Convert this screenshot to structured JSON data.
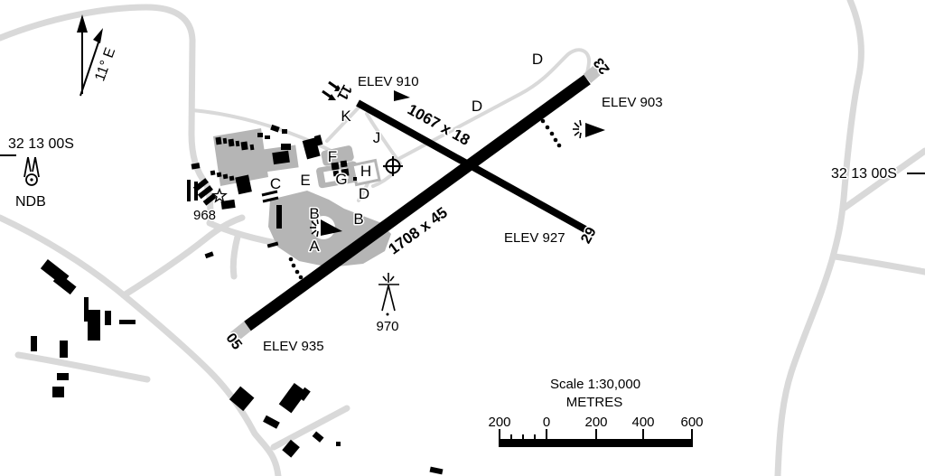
{
  "chart": {
    "north_arrow": {
      "variation": "11° E"
    },
    "graticule": {
      "lat_left": "32 13 00S",
      "lat_right": "32 13 00S"
    },
    "navaid": {
      "ndb_label": "NDB"
    },
    "spot_elevations": [
      {
        "value": "968"
      },
      {
        "value": "970"
      }
    ],
    "runways": [
      {
        "dimensions": "1708 x 45",
        "end_a": {
          "designator": "05",
          "elev": "ELEV 935"
        },
        "end_b": {
          "designator": "23",
          "elev": "ELEV 903"
        }
      },
      {
        "dimensions": "1067 x 18",
        "end_a": {
          "designator": "11",
          "elev": "ELEV 910"
        },
        "end_b": {
          "designator": "29",
          "elev": "ELEV 927"
        }
      }
    ],
    "taxiway_labels": [
      {
        "label": "K"
      },
      {
        "label": "J"
      },
      {
        "label": "D"
      },
      {
        "label": "D"
      },
      {
        "label": "D"
      },
      {
        "label": "E"
      },
      {
        "label": "F"
      },
      {
        "label": "G"
      },
      {
        "label": "H"
      },
      {
        "label": "C"
      },
      {
        "label": "B"
      },
      {
        "label": "B"
      },
      {
        "label": "A"
      }
    ],
    "scale_bar": {
      "title": "Scale 1:30,000",
      "units": "METRES",
      "tick_labels": [
        {
          "t": "200"
        },
        {
          "t": "0"
        },
        {
          "t": "200"
        },
        {
          "t": "400"
        },
        {
          "t": "600"
        }
      ]
    },
    "colors": {
      "ink": "#000000",
      "road": "#d9d9d9",
      "apron": "#b5b5b5",
      "stopway": "#c4c4c4",
      "background": "#ffffff"
    }
  }
}
